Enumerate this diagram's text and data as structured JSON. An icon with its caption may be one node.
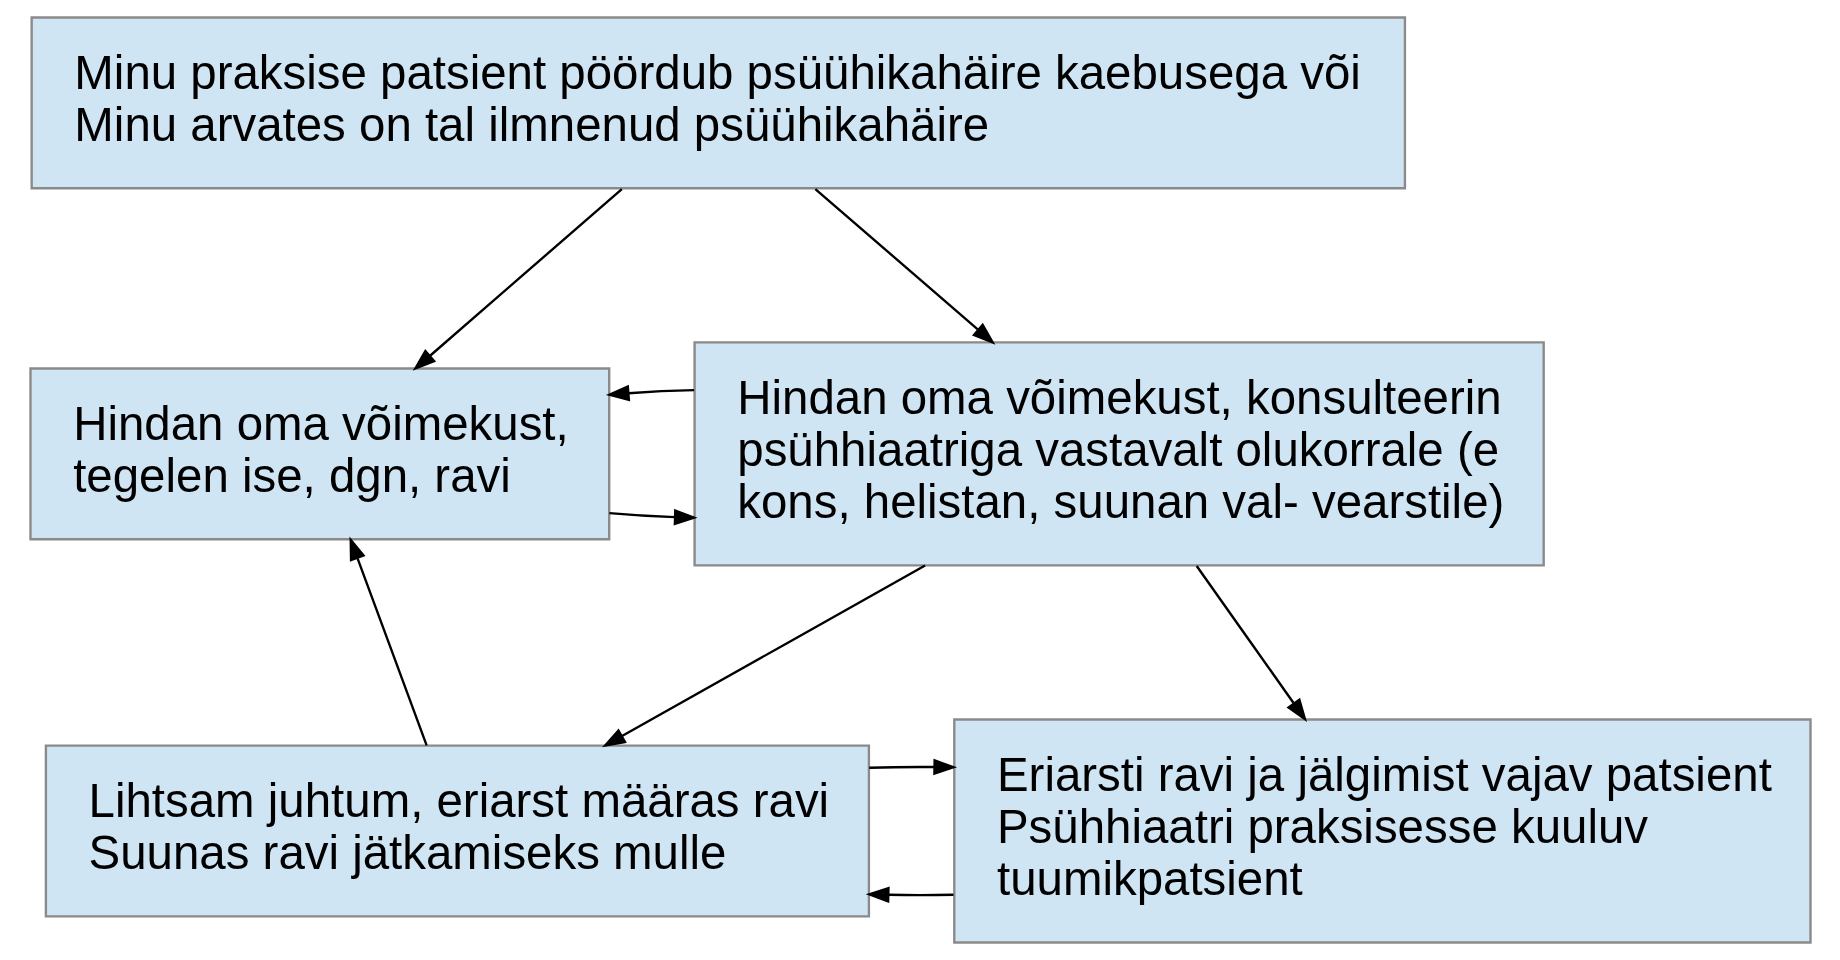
{
  "diagram": {
    "nodes": [
      {
        "text": [
          "Minu praksise patsient pöördub psüühikahäire kaebusega või Minu arvates on tal ilmnenud psüühikahäire"
        ]
      },
      {
        "text": [
          "Hindan oma võimekust, tegelen ise, dgn, ravi"
        ]
      },
      {
        "text": [
          "Hindan oma võimekust, konsulteerin psühhiaatriga vastavalt olukorrale (e kons, helistan, suunan val- vearstile)"
        ]
      },
      {
        "text": [
          "Lihtsam juhtum, eriarst määras ravi Suunas ravi jätkamiseks mulle"
        ]
      },
      {
        "text": [
          "Eriarsti ravi ja jälgimist vajav patsient Psühhiaatri praksisesse kuuluv tuumikpatsient"
        ]
      }
    ],
    "edges": [
      {
        "from": 0,
        "to": 1,
        "arrow": "to"
      },
      {
        "from": 0,
        "to": 2,
        "arrow": "to"
      },
      {
        "from": 1,
        "to": 2,
        "arrow": "to"
      },
      {
        "from": 2,
        "to": 1,
        "arrow": "to"
      },
      {
        "from": 2,
        "to": 3,
        "arrow": "to"
      },
      {
        "from": 2,
        "to": 4,
        "arrow": "to"
      },
      {
        "from": 3,
        "to": 1,
        "arrow": "to"
      },
      {
        "from": 4,
        "to": 3,
        "arrow": "to"
      },
      {
        "from": 3,
        "to": 4,
        "arrow": "to"
      }
    ]
  }
}
